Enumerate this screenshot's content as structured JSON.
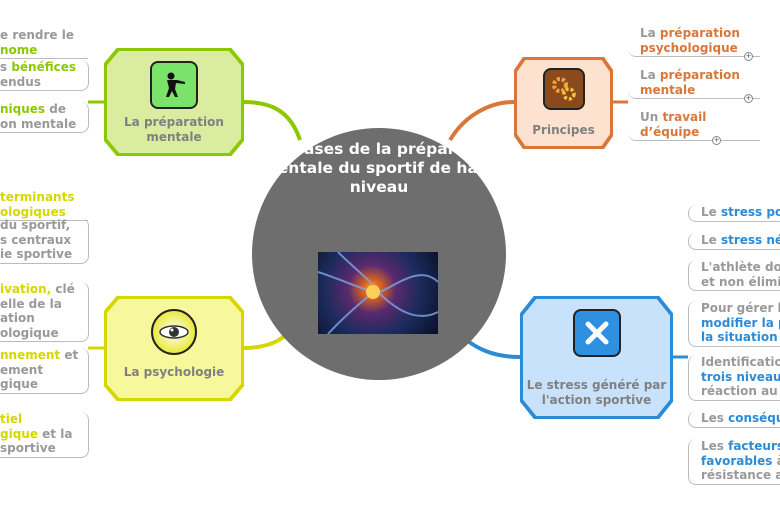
{
  "center": {
    "title": "Les bases de la préparation mentale du sportif de haut niveau",
    "image": "neurons-image"
  },
  "colors": {
    "green": "#8cc800",
    "yellow": "#d6d600",
    "orange": "#d9773a",
    "blue": "#2c8bd6",
    "gray": "#999999"
  },
  "branches": {
    "mental": {
      "label": "La préparation mentale",
      "icon": "soldier-icon",
      "leaves": [
        [
          [
            {
              "t": "e rendre le",
              "hl": false
            }
          ],
          [
            {
              "t": "nome",
              "hl": true
            }
          ]
        ],
        [
          [
            {
              "t": "s ",
              "hl": false
            },
            {
              "t": "bénéfices",
              "hl": true
            }
          ],
          [
            {
              "t": "endus",
              "hl": false
            }
          ]
        ],
        [
          [
            {
              "t": "niques",
              "hl": true
            },
            {
              "t": " de",
              "hl": false
            }
          ],
          [
            {
              "t": "on mentale",
              "hl": false
            }
          ]
        ]
      ]
    },
    "psychology": {
      "label": "La psychologie",
      "icon": "eye-icon",
      "leaves": [
        [
          [
            {
              "t": "terminants",
              "hl": true
            }
          ],
          [
            {
              "t": "ologiques",
              "hl": true
            }
          ]
        ],
        [
          [
            {
              "t": " du sportif,",
              "hl": false
            }
          ],
          [
            {
              "t": "s centraux",
              "hl": false
            }
          ],
          [
            {
              "t": "ie sportive",
              "hl": false
            }
          ]
        ],
        [
          [
            {
              "t": "ivation,",
              "hl": true
            },
            {
              "t": " clé",
              "hl": false
            }
          ],
          [
            {
              "t": "elle de la",
              "hl": false
            }
          ],
          [
            {
              "t": "ation",
              "hl": false
            }
          ],
          [
            {
              "t": "ologique",
              "hl": false
            }
          ]
        ],
        [
          [
            {
              "t": "nnement",
              "hl": true
            },
            {
              "t": " et",
              "hl": false
            }
          ],
          [
            {
              "t": "ement",
              "hl": false
            }
          ],
          [
            {
              "t": "gique",
              "hl": false
            }
          ]
        ],
        [
          [
            {
              "t": "tiel",
              "hl": true
            }
          ],
          [
            {
              "t": "gique",
              "hl": true
            },
            {
              "t": " et la",
              "hl": false
            }
          ],
          [
            {
              "t": " sportive",
              "hl": false
            }
          ]
        ]
      ]
    },
    "principles": {
      "label": "Principes",
      "icon": "gears-icon",
      "leaves": [
        [
          [
            {
              "t": "La ",
              "hl": false
            },
            {
              "t": "préparation",
              "hl": true
            }
          ],
          [
            {
              "t": "psychologique",
              "hl": true
            }
          ]
        ],
        [
          [
            {
              "t": "La ",
              "hl": false
            },
            {
              "t": "préparation",
              "hl": true
            }
          ],
          [
            {
              "t": "mentale",
              "hl": true
            }
          ]
        ],
        [
          [
            {
              "t": "Un ",
              "hl": false
            },
            {
              "t": "travail",
              "hl": true
            }
          ],
          [
            {
              "t": "d’équipe",
              "hl": true
            }
          ]
        ]
      ]
    },
    "stress": {
      "label": "Le stress généré par l'action sportive",
      "icon": "close-x-icon",
      "leaves": [
        [
          [
            {
              "t": "Le ",
              "hl": false
            },
            {
              "t": "stress po",
              "hl": true
            }
          ]
        ],
        [
          [
            {
              "t": "Le ",
              "hl": false
            },
            {
              "t": "stress né",
              "hl": true
            }
          ]
        ],
        [
          [
            {
              "t": "L'athlète do",
              "hl": false
            }
          ],
          [
            {
              "t": "et non élimi",
              "hl": false
            }
          ]
        ],
        [
          [
            {
              "t": "Pour gérer l",
              "hl": false
            }
          ],
          [
            {
              "t": "modifier la p",
              "hl": true
            }
          ],
          [
            {
              "t": "la situation",
              "hl": true
            }
          ]
        ],
        [
          [
            {
              "t": "Identificatio",
              "hl": false
            }
          ],
          [
            {
              "t": "trois niveau",
              "hl": true
            }
          ],
          [
            {
              "t": "réaction au",
              "hl": false
            }
          ]
        ],
        [
          [
            {
              "t": "Les ",
              "hl": false
            },
            {
              "t": "conséqu",
              "hl": true
            }
          ]
        ],
        [
          [
            {
              "t": "Les ",
              "hl": false
            },
            {
              "t": "facteurs",
              "hl": true
            }
          ],
          [
            {
              "t": "favorables",
              "hl": true
            },
            {
              "t": " à",
              "hl": false
            }
          ],
          [
            {
              "t": "résistance a",
              "hl": false
            }
          ]
        ]
      ]
    }
  }
}
